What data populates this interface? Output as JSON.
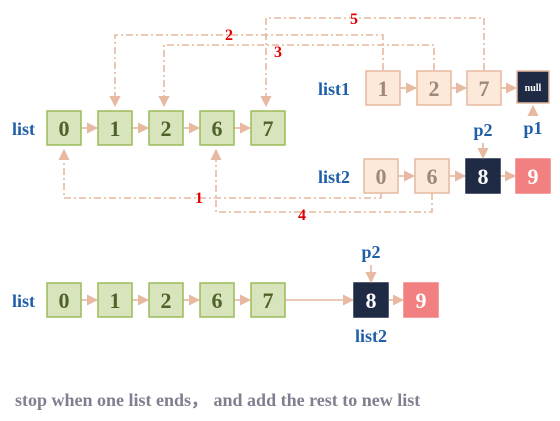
{
  "colors": {
    "green_fill": "#d8e4bc",
    "green_stroke": "#9bbb59",
    "green_text": "#4f6228",
    "peach_fill": "#fde9d9",
    "peach_stroke": "#e6b9a0",
    "peach_text": "#a08878",
    "dark_fill": "#1f2a44",
    "red_fill": "#f28080",
    "label_blue": "#1f5fa8",
    "step_red": "#e00000",
    "arrow": "#e6b9a0"
  },
  "top": {
    "list": {
      "label": "list",
      "nodes": [
        "0",
        "1",
        "2",
        "6",
        "7"
      ]
    },
    "list1": {
      "label": "list1",
      "nodes": [
        "1",
        "2",
        "7"
      ],
      "null_label": "null",
      "pointer": "p1"
    },
    "list2": {
      "label": "list2",
      "nodes": [
        "0",
        "6"
      ],
      "pointer": "p2",
      "dark_node": "8",
      "red_node": "9"
    },
    "steps": [
      "1",
      "2",
      "3",
      "4",
      "5"
    ]
  },
  "bottom": {
    "list": {
      "label": "list",
      "nodes": [
        "0",
        "1",
        "2",
        "6",
        "7"
      ]
    },
    "dark_node": "8",
    "red_node": "9",
    "pointer": "p2",
    "tail_label": "list2"
  },
  "caption": "stop when one list ends， and add the rest to new list"
}
